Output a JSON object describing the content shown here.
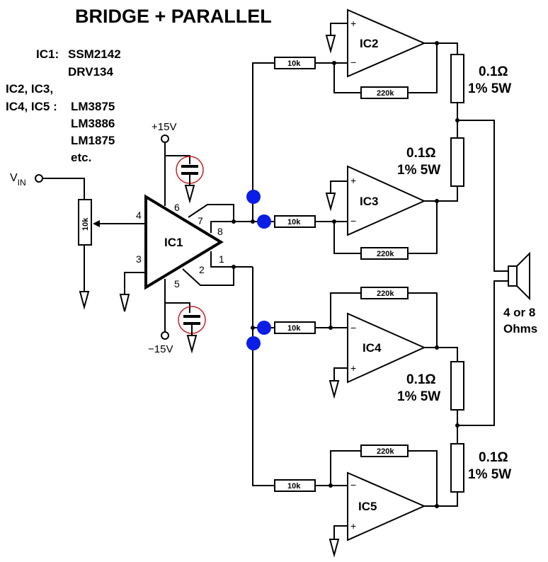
{
  "title": "BRIDGE + PARALLEL",
  "notes": {
    "ic1_label": "IC1:",
    "ic1_part1": "SSM2142",
    "ic1_part2": "DRV134",
    "ic_group_line1": "IC2, IC3,",
    "ic_group_line2": "IC4, IC5 :",
    "part1": "LM3875",
    "part2": "LM3886",
    "part3": "LM1875",
    "part4": "etc."
  },
  "input": {
    "label_main": "V",
    "label_sub": "IN",
    "pot_value": "10k"
  },
  "ic1": {
    "label": "IC1",
    "pins": {
      "p1": "1",
      "p2": "2",
      "p3": "3",
      "p4": "4",
      "p5": "5",
      "p6": "6",
      "p7": "7",
      "p8": "8"
    }
  },
  "supplies": {
    "positive": "+15V",
    "negative": "−15V"
  },
  "amps": [
    {
      "label": "IC2",
      "in_res": "10k",
      "fb_res": "220k"
    },
    {
      "label": "IC3",
      "in_res": "10k",
      "fb_res": "220k"
    },
    {
      "label": "IC4",
      "in_res": "10k",
      "fb_res": "220k"
    },
    {
      "label": "IC5",
      "in_res": "10k",
      "fb_res": "220k"
    }
  ],
  "signs": {
    "plus": "+",
    "minus": "−"
  },
  "output_resistors": [
    {
      "value": "0.1Ω",
      "rating": "1% 5W"
    },
    {
      "value": "0.1Ω",
      "rating": "1% 5W"
    },
    {
      "value": "0.1Ω",
      "rating": "1% 5W"
    },
    {
      "value": "0.1Ω",
      "rating": "1% 5W"
    }
  ],
  "speaker": {
    "line1": "4 or 8",
    "line2": "Ohms"
  },
  "colors": {
    "marker_dots": "#0a1ee6",
    "cap_highlight": "#cc2222"
  }
}
